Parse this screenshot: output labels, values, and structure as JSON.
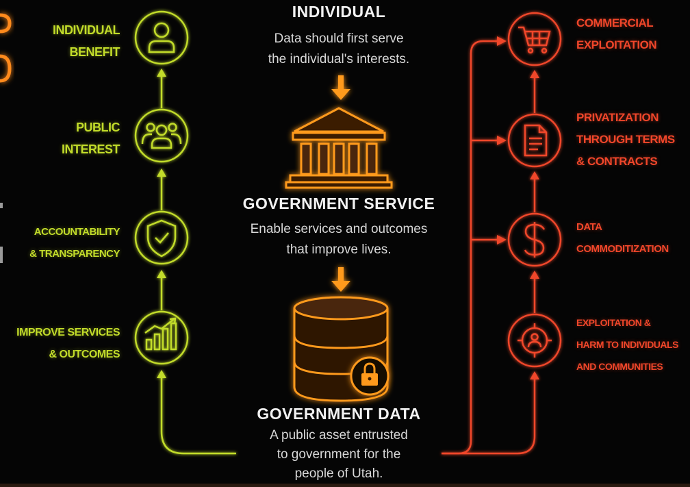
{
  "center": {
    "top": {
      "title": "INDIVIDUAL",
      "text_line1": "Data should first serve",
      "text_line2": "the individual's interests."
    },
    "service": {
      "title": "GOVERNMENT SERVICE",
      "text_line1": "Enable services and outcomes",
      "text_line2": "that improve lives."
    },
    "data": {
      "title": "GOVERNMENT DATA",
      "text_line1": "A public asset entrusted",
      "text_line2": "to government for the",
      "text_line3": "people of Utah."
    }
  },
  "left_chain": [
    {
      "line1": "INDIVIDUAL",
      "line2": "BENEFIT",
      "icon": "person-icon"
    },
    {
      "line1": "PUBLIC",
      "line2": "INTEREST",
      "icon": "group-icon"
    },
    {
      "line1": "ACCOUNTABILITY",
      "line2": "& TRANSPARENCY",
      "icon": "shield-check-icon"
    },
    {
      "line1": "IMPROVE SERVICES",
      "line2": "& OUTCOMES",
      "icon": "bar-chart-icon"
    }
  ],
  "right_chain": [
    {
      "line1": "COMMERCIAL",
      "line2": "EXPLOITATION",
      "line3": "",
      "icon": "shopping-cart-icon"
    },
    {
      "line1": "PRIVATIZATION",
      "line2": "THROUGH TERMS",
      "line3": "& CONTRACTS",
      "icon": "document-icon"
    },
    {
      "line1": "DATA",
      "line2": "COMMODITIZATION",
      "line3": "",
      "icon": "dollar-icon"
    },
    {
      "line1": "EXPLOITATION &",
      "line2": "HARM TO INDIVIDUALS",
      "line3": "AND COMMUNITIES",
      "icon": "target-person-icon"
    }
  ],
  "colors": {
    "green": "#c2dc2a",
    "red": "#f0462a",
    "orange": "#ff9a1f",
    "background": "#050505"
  }
}
